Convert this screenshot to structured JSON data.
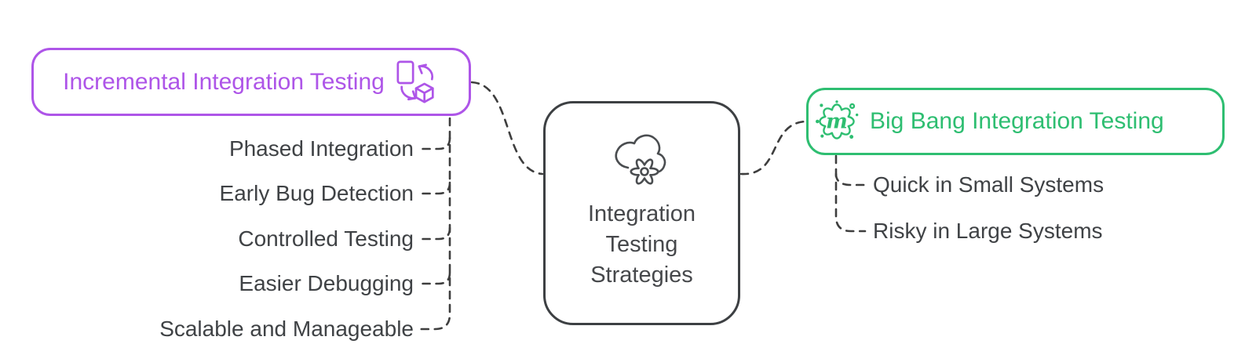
{
  "colors": {
    "purple": "#ae55e8",
    "green": "#2ebe71",
    "dark_text": "#3f4245",
    "connector": "#3e3e3e"
  },
  "center_node": {
    "lines": [
      "Integration",
      "Testing",
      "Strategies"
    ],
    "icon": "cloud-gear"
  },
  "left_branch": {
    "label": "Incremental Integration Testing",
    "icon": "document-cube-sync",
    "items": [
      "Phased Integration",
      "Early Bug Detection",
      "Controlled Testing",
      "Easier Debugging",
      "Scalable and Manageable"
    ]
  },
  "right_branch": {
    "label": "Big Bang Integration Testing",
    "icon": "microbe-m",
    "items": [
      "Quick in Small Systems",
      "Risky in Large Systems"
    ]
  }
}
